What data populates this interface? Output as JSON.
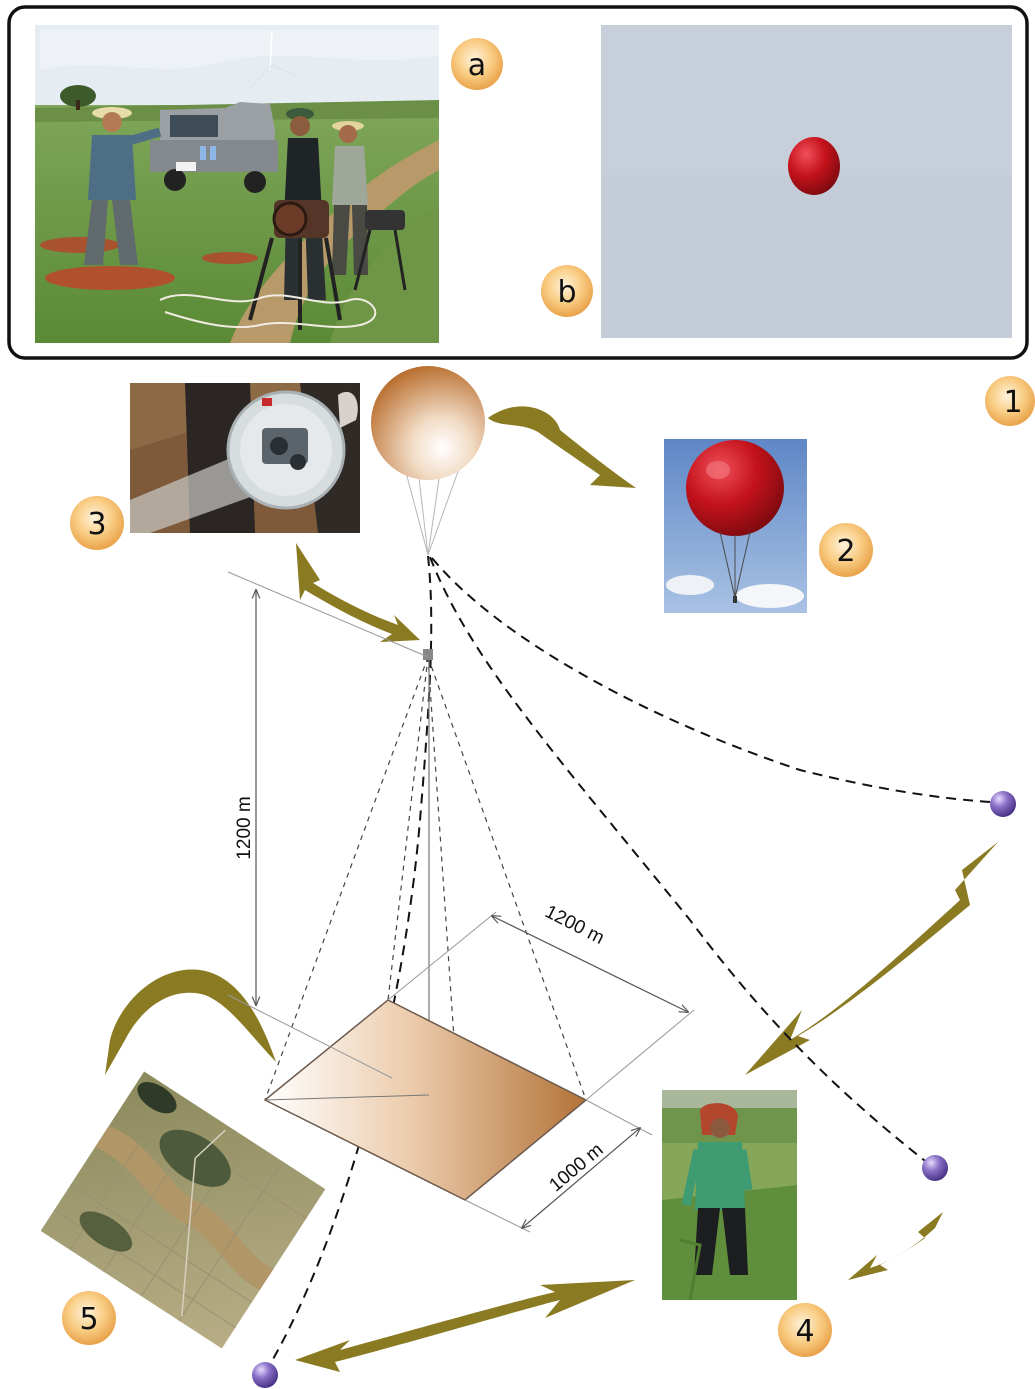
{
  "badges": {
    "a": "a",
    "b": "b",
    "n1": "1",
    "n2": "2",
    "n3": "3",
    "n4": "4",
    "n5": "5"
  },
  "dimensions": {
    "height": "1200 m",
    "width": "1200 m",
    "depth": "1000 m"
  },
  "colors": {
    "arrow": "#8a7a22",
    "badge_fill": "#f7c77a",
    "balloon_red": "#c4121b",
    "ground_patch": "#c8885a",
    "marker": "#7c62b5",
    "panel_border": "#111111"
  }
}
